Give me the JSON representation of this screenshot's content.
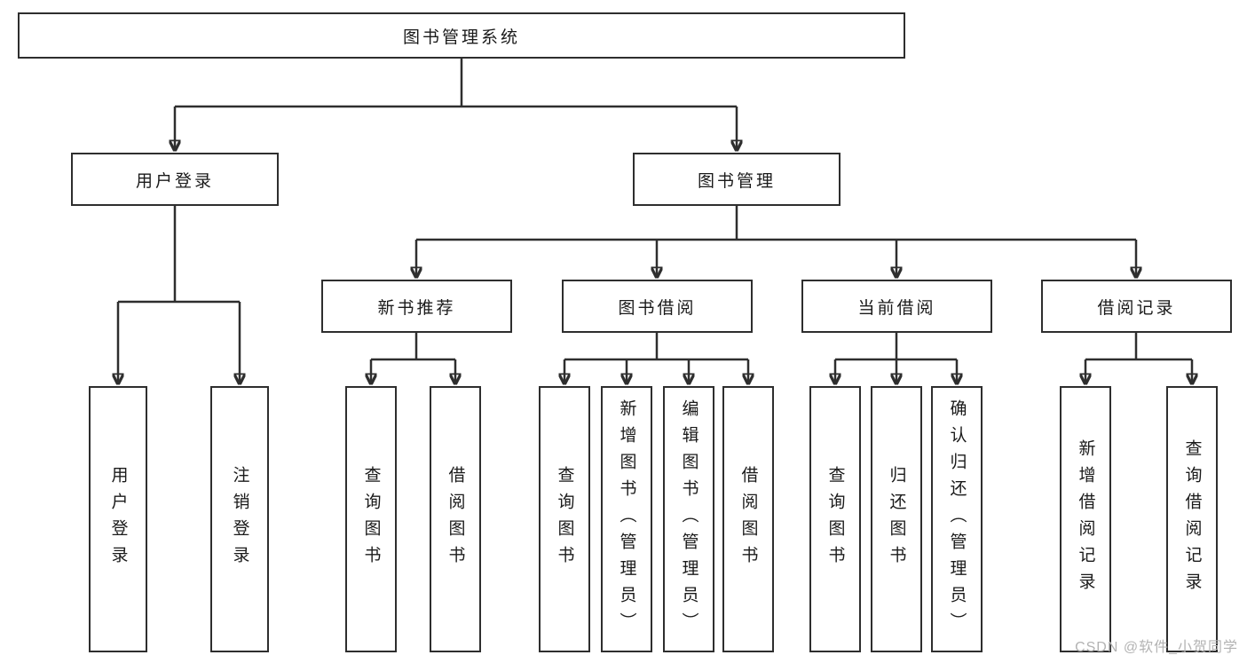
{
  "diagram": {
    "root": {
      "label": "图书管理系统"
    },
    "user_login": {
      "label": "用户登录",
      "children": [
        {
          "label": "用户登录"
        },
        {
          "label": "注销登录"
        }
      ]
    },
    "book_mgmt": {
      "label": "图书管理",
      "groups": [
        {
          "label": "新书推荐",
          "children": [
            {
              "label": "查询图书"
            },
            {
              "label": "借阅图书"
            }
          ]
        },
        {
          "label": "图书借阅",
          "children": [
            {
              "label": "查询图书"
            },
            {
              "label": "新增图书（管理员）"
            },
            {
              "label": "编辑图书（管理员）"
            },
            {
              "label": "借阅图书"
            }
          ]
        },
        {
          "label": "当前借阅",
          "children": [
            {
              "label": "查询图书"
            },
            {
              "label": "归还图书"
            },
            {
              "label": "确认归还（管理员）"
            }
          ]
        },
        {
          "label": "借阅记录",
          "children": [
            {
              "label": "新增借阅记录"
            },
            {
              "label": "查询借阅记录"
            }
          ]
        }
      ]
    },
    "watermark": "CSDN @软件_小贺同学"
  }
}
